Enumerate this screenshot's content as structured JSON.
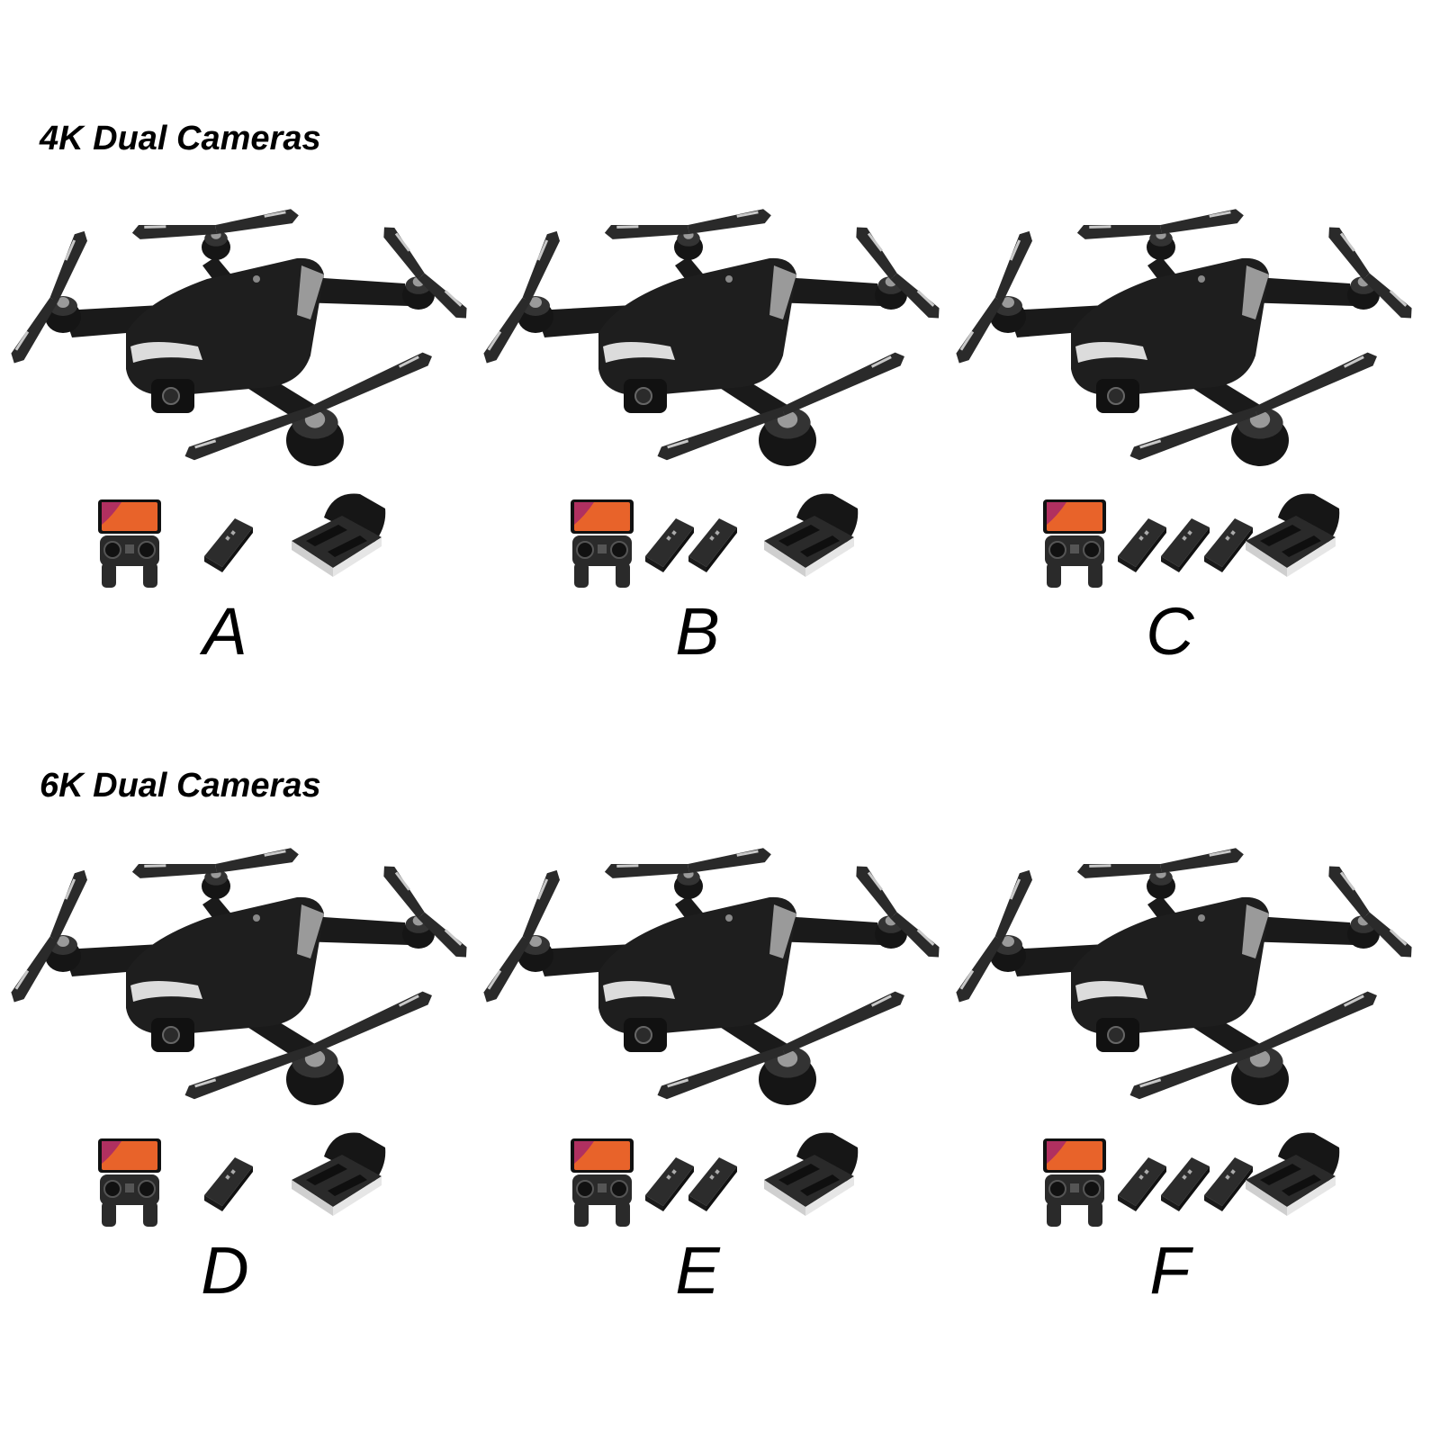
{
  "sections": [
    {
      "title": "4K Dual Cameras"
    },
    {
      "title": "6K Dual Cameras"
    }
  ],
  "options": [
    {
      "letter": "A",
      "batteries": 1
    },
    {
      "letter": "B",
      "batteries": 2
    },
    {
      "letter": "C",
      "batteries": 3
    },
    {
      "letter": "D",
      "batteries": 1
    },
    {
      "letter": "E",
      "batteries": 2
    },
    {
      "letter": "F",
      "batteries": 3
    }
  ],
  "colors": {
    "drone_body": "#1e1e1e",
    "propeller": "#2a2a2a",
    "accent": "#c8c8c8",
    "phone_screen": "#e8632a"
  },
  "icons": [
    "drone-icon",
    "remote-controller-icon",
    "battery-icon",
    "carrying-case-icon"
  ]
}
